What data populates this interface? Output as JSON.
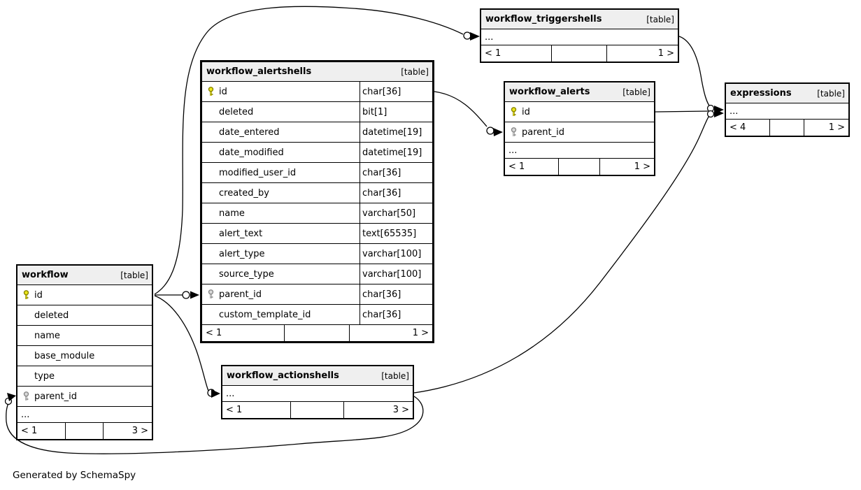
{
  "footer_note": "Generated by SchemaSpy",
  "colors": {
    "header_bg": "#efefef",
    "pk_key": "#ece81a",
    "pk_key_stroke": "#8a8400",
    "fk_key": "#d9d9d9",
    "fk_key_stroke": "#8a8a8a",
    "line": "#000000"
  },
  "tables": [
    {
      "id": "workflow",
      "name": "workflow",
      "tag": "[table]",
      "rows": [
        {
          "icon": "pk",
          "name": "id"
        },
        {
          "icon": null,
          "name": "deleted"
        },
        {
          "icon": null,
          "name": "name"
        },
        {
          "icon": null,
          "name": "base_module"
        },
        {
          "icon": null,
          "name": "type"
        },
        {
          "icon": "fk",
          "name": "parent_id"
        }
      ],
      "dots": "...",
      "footer": {
        "left": "< 1",
        "mid": "",
        "right": "3 >"
      }
    },
    {
      "id": "workflow_alertshells",
      "name": "workflow_alertshells",
      "tag": "[table]",
      "rows": [
        {
          "icon": "pk",
          "name": "id",
          "type": "char[36]"
        },
        {
          "icon": null,
          "name": "deleted",
          "type": "bit[1]"
        },
        {
          "icon": null,
          "name": "date_entered",
          "type": "datetime[19]"
        },
        {
          "icon": null,
          "name": "date_modified",
          "type": "datetime[19]"
        },
        {
          "icon": null,
          "name": "modified_user_id",
          "type": "char[36]"
        },
        {
          "icon": null,
          "name": "created_by",
          "type": "char[36]"
        },
        {
          "icon": null,
          "name": "name",
          "type": "varchar[50]"
        },
        {
          "icon": null,
          "name": "alert_text",
          "type": "text[65535]"
        },
        {
          "icon": null,
          "name": "alert_type",
          "type": "varchar[100]"
        },
        {
          "icon": null,
          "name": "source_type",
          "type": "varchar[100]"
        },
        {
          "icon": "fk",
          "name": "parent_id",
          "type": "char[36]"
        },
        {
          "icon": null,
          "name": "custom_template_id",
          "type": "char[36]"
        }
      ],
      "dots": null,
      "footer": {
        "left": "< 1",
        "mid": "",
        "right": "1 >"
      }
    },
    {
      "id": "workflow_triggershells",
      "name": "workflow_triggershells",
      "tag": "[table]",
      "rows": [],
      "dots": "...",
      "footer": {
        "left": "< 1",
        "mid": "",
        "right": "1 >"
      }
    },
    {
      "id": "workflow_alerts",
      "name": "workflow_alerts",
      "tag": "[table]",
      "rows": [
        {
          "icon": "pk",
          "name": "id"
        },
        {
          "icon": "fk",
          "name": "parent_id"
        }
      ],
      "dots": "...",
      "footer": {
        "left": "< 1",
        "mid": "",
        "right": "1 >"
      }
    },
    {
      "id": "expressions",
      "name": "expressions",
      "tag": "[table]",
      "rows": [],
      "dots": "...",
      "footer": {
        "left": "< 4",
        "mid": "",
        "right": "1 >"
      }
    },
    {
      "id": "workflow_actionshells",
      "name": "workflow_actionshells",
      "tag": "[table]",
      "rows": [],
      "dots": "...",
      "footer": {
        "left": "< 1",
        "mid": "",
        "right": "3 >"
      }
    }
  ],
  "relationships": [
    {
      "from": "workflow.id",
      "to": "workflow_triggershells"
    },
    {
      "from": "workflow.id",
      "to": "workflow_alertshells.parent_id"
    },
    {
      "from": "workflow.id",
      "to": "workflow_actionshells"
    },
    {
      "from": "workflow_alertshells.id",
      "to": "workflow_alerts.parent_id"
    },
    {
      "from": "workflow_alerts.id",
      "to": "expressions"
    },
    {
      "from": "workflow_triggershells",
      "to": "expressions"
    },
    {
      "from": "workflow_actionshells",
      "to": "expressions"
    },
    {
      "from": "workflow",
      "to": "workflow.parent_id"
    }
  ]
}
